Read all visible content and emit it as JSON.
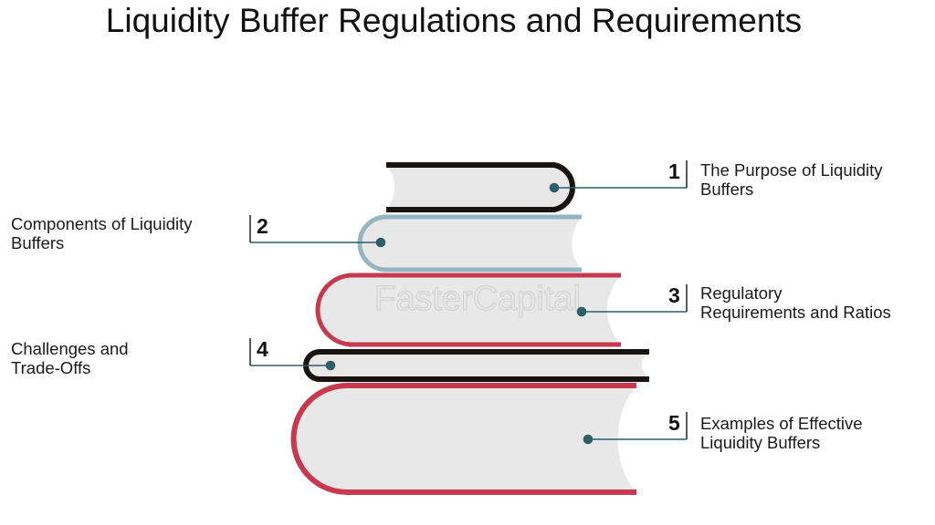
{
  "title": "Liquidity Buffer Regulations and Requirements",
  "watermark": "FasterCapital",
  "items": [
    {
      "number": "1",
      "label_line1": "The Purpose of Liquidity",
      "label_line2": "Buffers"
    },
    {
      "number": "2",
      "label_line1": "Components of Liquidity",
      "label_line2": "Buffers"
    },
    {
      "number": "3",
      "label_line1": "Regulatory",
      "label_line2": "Requirements and Ratios"
    },
    {
      "number": "4",
      "label_line1": "Challenges and",
      "label_line2": "Trade-Offs"
    },
    {
      "number": "5",
      "label_line1": "Examples of Effective",
      "label_line2": "Liquidity Buffers"
    }
  ],
  "colors": {
    "black": "#1a1410",
    "blue": "#93b6c2",
    "red": "#c8384f",
    "pages": "#e8e8e8",
    "connector": "#2e5e68"
  }
}
